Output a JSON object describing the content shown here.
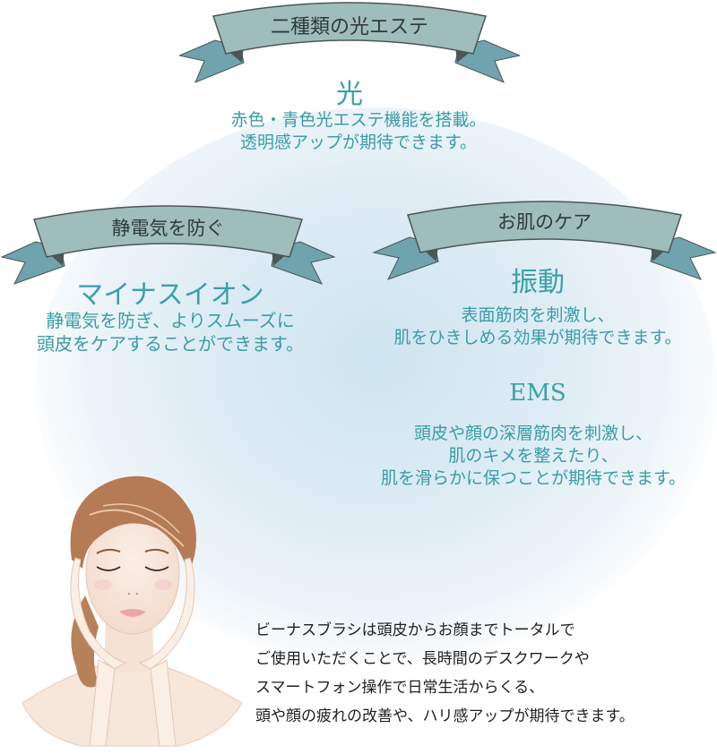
{
  "colors": {
    "ribbon_face": "#9fbdbb",
    "ribbon_tail": "#6fa3ad",
    "ribbon_fold": "#4c5656",
    "ribbon_text": "#2f3a3a",
    "accent_teal": "#3aa0a8",
    "body_text": "#1f1f1f"
  },
  "sections": {
    "light": {
      "ribbon_label": "二種類の光エステ",
      "title": "光",
      "lines": [
        "赤色・青色光エステ機能を搭載。",
        "透明感アップが期待できます。"
      ]
    },
    "static": {
      "ribbon_label": "静電気を防ぐ",
      "title": "マイナスイオン",
      "lines": [
        "静電気を防ぎ、よりスムーズに",
        "頭皮をケアすることができます。"
      ]
    },
    "skin": {
      "ribbon_label": "お肌のケア",
      "vibration": {
        "title": "振動",
        "lines": [
          "表面筋肉を刺激し、",
          "肌をひきしめる効果が期待できます。"
        ]
      },
      "ems": {
        "title": "EMS",
        "lines": [
          "頭皮や顔の深層筋肉を刺激し、",
          "肌のキメを整えたり、",
          "肌を滑らかに保つことが期待できます。"
        ]
      }
    }
  },
  "summary": {
    "lines": [
      "ビーナスブラシは頭皮からお顔までトータルで",
      "ご使用いただくことで、長時間のデスクワークや",
      "スマートフォン操作で日常生活からくる、",
      "頭や顔の疲れの改善や、ハリ感アップが期待できます。"
    ]
  },
  "illustration": {
    "subject": "woman-touching-face-illustration"
  }
}
